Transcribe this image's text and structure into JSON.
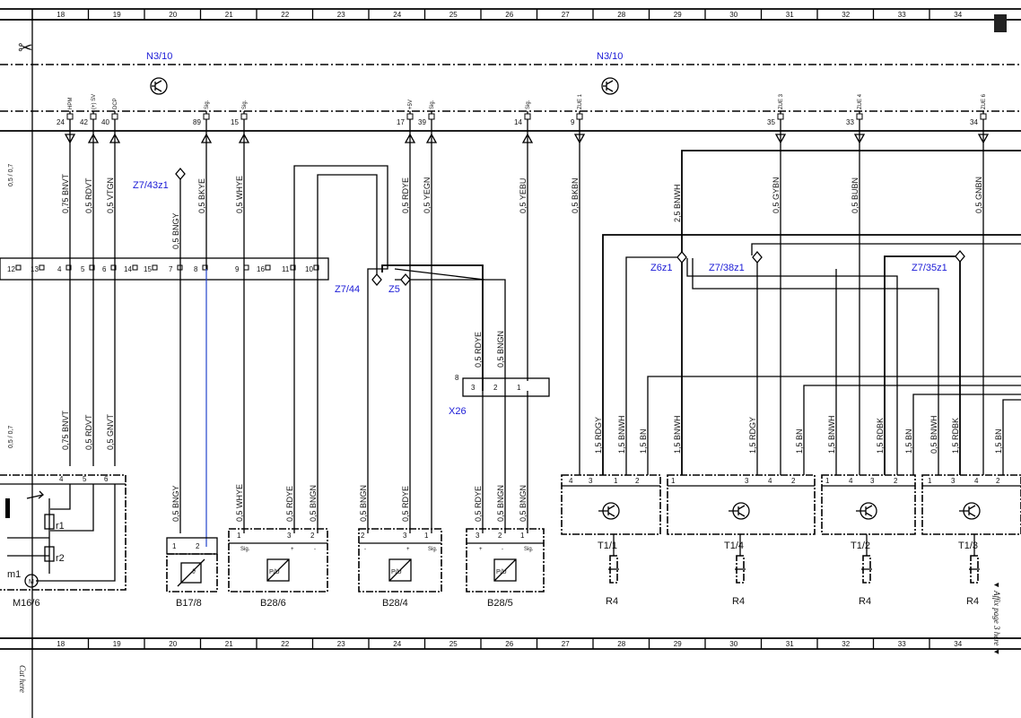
{
  "grid_numbers": [
    "18",
    "19",
    "20",
    "21",
    "22",
    "23",
    "24",
    "25",
    "26",
    "27",
    "28",
    "29",
    "30",
    "31",
    "32",
    "33",
    "34"
  ],
  "module_left": "N3/10",
  "module_right": "N3/10",
  "top_pins": [
    {
      "num": "24",
      "label": "HPM",
      "arrow": "down"
    },
    {
      "num": "42",
      "label": "(+) SV",
      "arrow": "up"
    },
    {
      "num": "40",
      "label": "DCP",
      "arrow": "up"
    },
    {
      "num": "89",
      "label": "Sig.",
      "arrow": "up"
    },
    {
      "num": "15",
      "label": "Sig.",
      "arrow": "up"
    },
    {
      "num": "17",
      "label": "+5V",
      "arrow": "up"
    },
    {
      "num": "39",
      "label": "Sig.",
      "arrow": "up"
    },
    {
      "num": "14",
      "label": "Sig.",
      "arrow": "up"
    },
    {
      "num": "9",
      "label": "ZUE 1",
      "arrow": "down"
    },
    {
      "num": "35",
      "label": "ZUE 3",
      "arrow": "down"
    },
    {
      "num": "33",
      "label": "ZUE 4",
      "arrow": "down"
    },
    {
      "num": "34",
      "label": "ZUE 6",
      "arrow": "down"
    }
  ],
  "wires_upper": [
    "0,75 BNVT",
    "0,5 RDVT",
    "0,5 VTGN",
    "0,5 BKYE",
    "0,5 WHYE",
    "0,5 RDYE",
    "0,5 YEGN",
    "0,5 YEBU",
    "0,5 BKBN",
    "2,5 BNWH",
    "0,5 GYBN",
    "0,5 BUBN",
    "0,5 GNBN",
    "0,5 BNGY",
    "0,5 RDYE",
    "0,5 BNGN"
  ],
  "wires_lower": [
    "0,75 BNVT",
    "0,5 RDVT",
    "0,5 GNVT",
    "0,5 BNGY",
    "0,5 WHYE",
    "0,5 RDYE",
    "0,5 BNGN",
    "0,5 BNGN",
    "0,5 RDYE",
    "0,5 RDYE",
    "0,5 BNGN",
    "0,5 BNGN",
    "0,5 RDYE",
    "0,5 BNGN"
  ],
  "wires_right": [
    "1,5 RDGY",
    "1,5 BNWH",
    "1,5 BN",
    "1,5 BNWH",
    "1,5 RDGY",
    "1,5 BN",
    "1,5 BNWH",
    "1,5 RDBK",
    "1,5 BN",
    "0,5 BNWH",
    "1,5 RDBK",
    "1,5 BN"
  ],
  "connector_pins": [
    "12",
    "13",
    "4",
    "5",
    "6",
    "14",
    "15",
    "7",
    "8",
    "9",
    "16",
    "11",
    "10"
  ],
  "splices": [
    "Z7/43z1",
    "Z7/44",
    "Z5",
    "Z6z1",
    "Z7/38z1",
    "Z7/35z1"
  ],
  "x26": {
    "label": "X26",
    "pin_num": "8",
    "pins": [
      "3",
      "2",
      "1"
    ]
  },
  "components": {
    "m16": {
      "label": "M16/6",
      "pins": [
        "4",
        "5",
        "6"
      ],
      "r1": "r1",
      "r2": "r2",
      "m1": "m1",
      "motor": "M"
    },
    "b17": {
      "label": "B17/8",
      "pins": [
        "1",
        "2"
      ],
      "theta": "ϑ"
    },
    "b28_6": {
      "label": "B28/6",
      "pins": [
        "1",
        "3",
        "2"
      ],
      "pinlabels": [
        "Sig.",
        "+",
        "-"
      ]
    },
    "b28_4": {
      "label": "B28/4",
      "pins": [
        "2",
        "3",
        "1"
      ],
      "pinlabels": [
        "-",
        "+",
        "Sig."
      ]
    },
    "b28_5": {
      "label": "B28/5",
      "pins": [
        "3",
        "2",
        "1"
      ],
      "pinlabels": [
        "+",
        "-",
        "Sig."
      ]
    },
    "pu": "P/U",
    "t1_1": {
      "label": "T1/1",
      "pins": [
        "4",
        "3",
        "1",
        "2"
      ]
    },
    "t1_4": {
      "label": "T1/4",
      "pins": [
        "1",
        "3",
        "4",
        "2"
      ]
    },
    "t1_2": {
      "label": "T1/2",
      "pins": [
        "1",
        "4",
        "3",
        "2"
      ]
    },
    "t1_3": {
      "label": "T1/3",
      "pins": [
        "1",
        "3",
        "4",
        "2"
      ]
    },
    "r4": "R4"
  },
  "side_right": "▼ Affix page 3 here ▼",
  "side_left": "Cut here",
  "scissors": "✂",
  "left_marks": "0,5 / 0,7",
  "colors": {
    "ink": "#000000",
    "label_blue": "#1a1ad6",
    "blue_wire": "#2244cc"
  }
}
